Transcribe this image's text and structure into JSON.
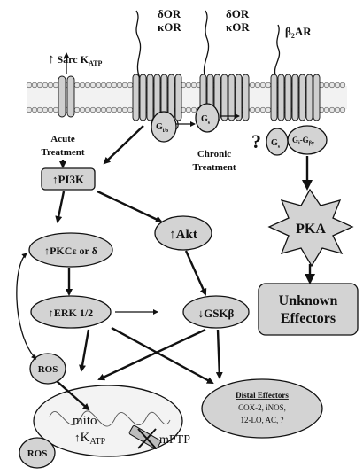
{
  "membrane": {
    "sarc_katp": {
      "arrow": "↑",
      "text": "Sarc K",
      "sub": "ATP"
    },
    "receptor_left": {
      "line1": "δOR",
      "line2": "κOR"
    },
    "receptor_mid": {
      "line1": "δOR",
      "line2": "κOR"
    },
    "receptor_right": {
      "text": "β",
      "sub": "2",
      "suffix": "AR"
    },
    "g_io": {
      "text": "G",
      "sub": "i/o"
    },
    "g_s_mid": {
      "text": "G",
      "sub": "s"
    },
    "g_s_right": {
      "text": "G",
      "sub": "s"
    },
    "g_i_gbg": {
      "text": "G",
      "sub1": "i",
      "mid": "-G",
      "sub2": "βγ"
    },
    "question": "?"
  },
  "treatments": {
    "acute_line1": "Acute",
    "acute_line2": "Treatment",
    "chronic_line1": "Chronic",
    "chronic_line2": "Treatment"
  },
  "nodes": {
    "pi3k": "↑PI3K",
    "pkc": "↑PKCε or δ",
    "akt": "↑Akt",
    "erk": "↑ERK 1/2",
    "gsk": "↓GSKβ",
    "ros_upper": "ROS",
    "ros_lower": "ROS",
    "pka": "PKA",
    "unknown_line1": "Unknown",
    "unknown_line2": "Effectors"
  },
  "mito": {
    "label": "mito",
    "katp_arrow": "↑",
    "katp_text": "K",
    "katp_sub": "ATP",
    "mptp": "mPTP"
  },
  "distal": {
    "title": "Distal Effectors",
    "line1": "COX-2, iNOS,",
    "line2": "12-LO, AC, ?"
  },
  "colors": {
    "node_fill": "#d3d3d3",
    "membrane_fill": "#e6e6e6",
    "ink": "#111111"
  }
}
